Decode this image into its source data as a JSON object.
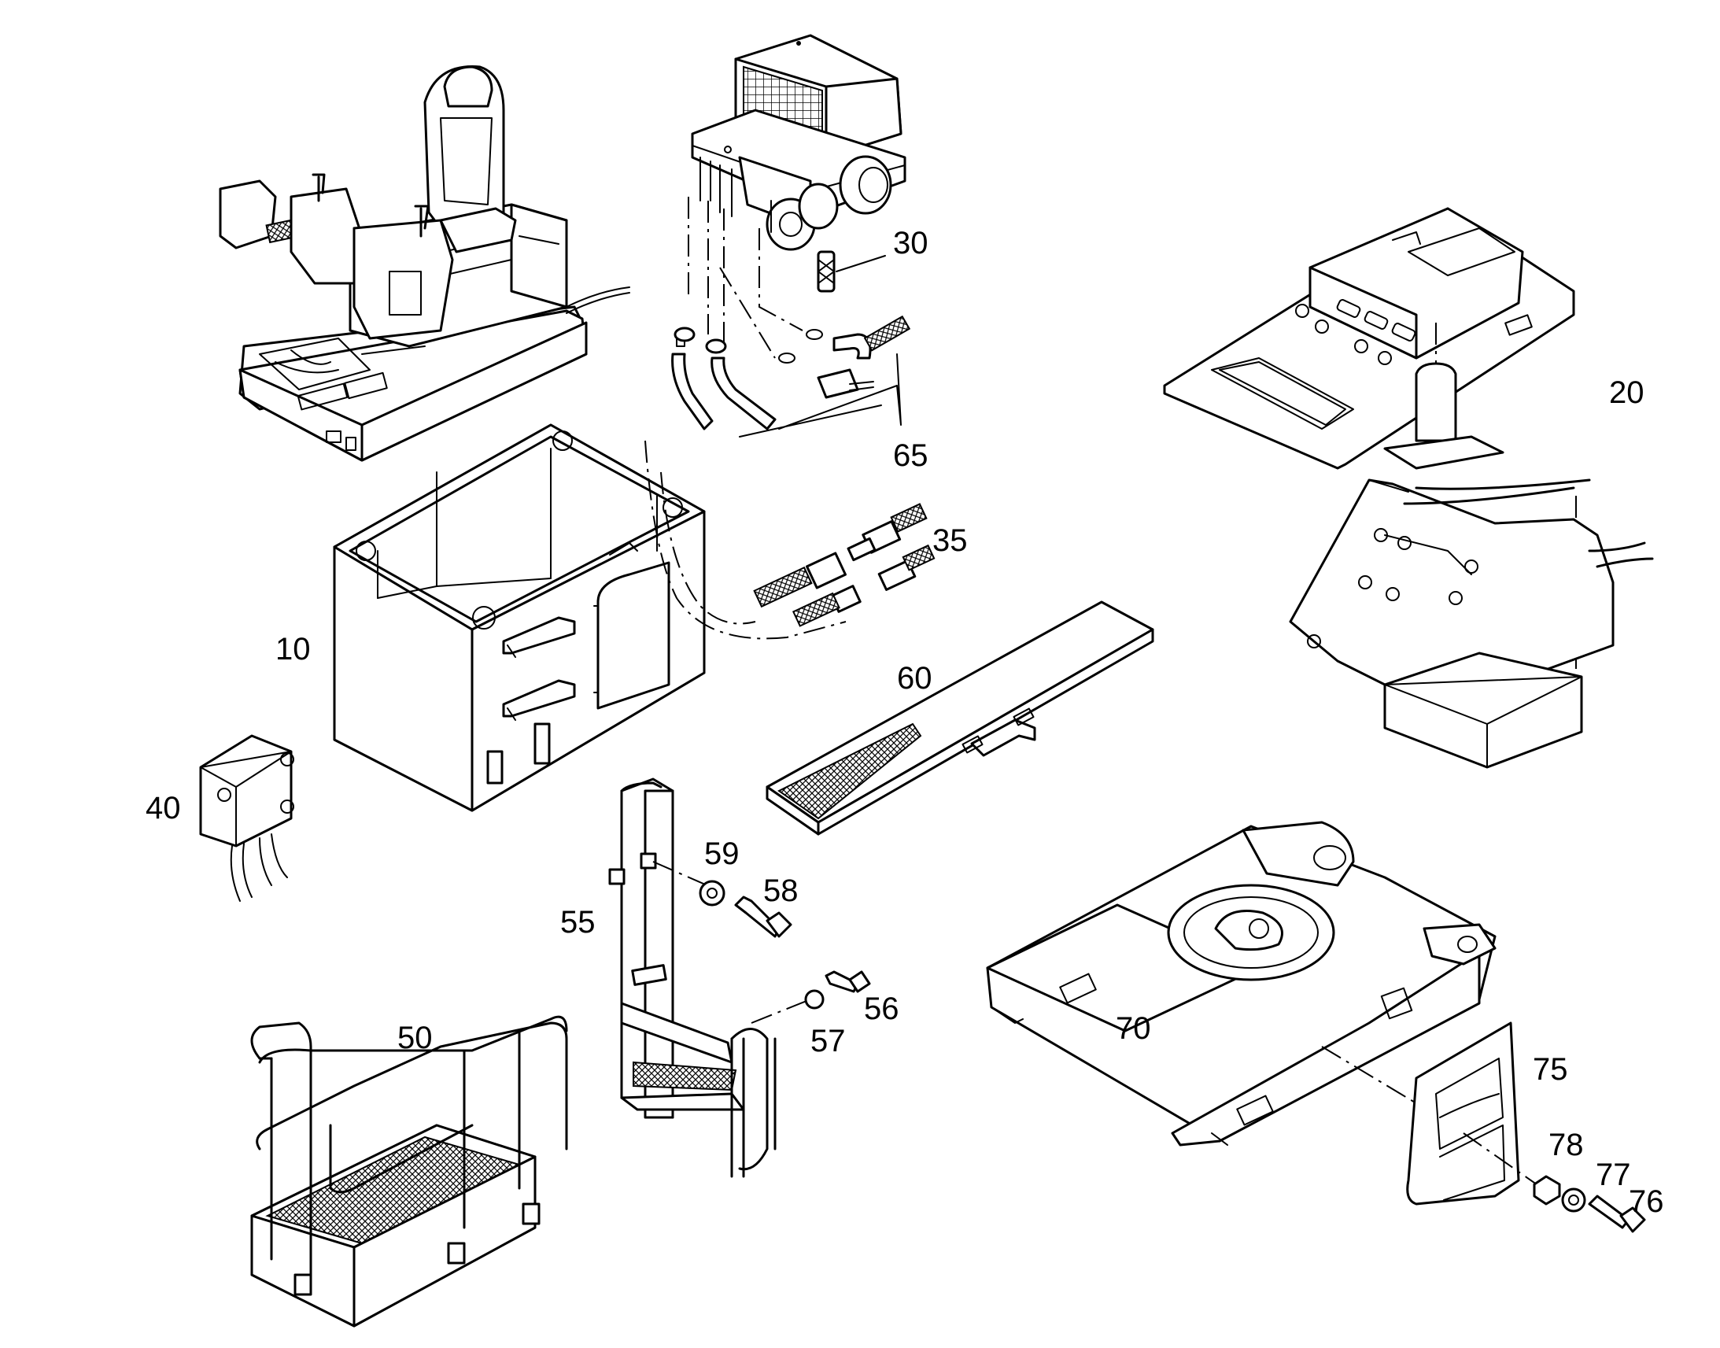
{
  "labels": {
    "l10": "10",
    "l20": "20",
    "l30": "30",
    "l35": "35",
    "l40": "40",
    "l50": "50",
    "l55": "55",
    "l56": "56",
    "l57": "57",
    "l58": "58",
    "l59": "59",
    "l60": "60",
    "l65": "65",
    "l70": "70",
    "l75": "75",
    "l76": "76",
    "l77": "77",
    "l78": "78"
  }
}
